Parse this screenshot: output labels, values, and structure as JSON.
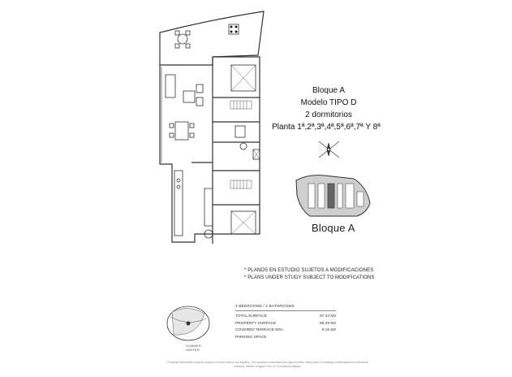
{
  "title": {
    "block": "Bloque A",
    "model": "Modelo TIPO D",
    "bedrooms": "2 dormitorios",
    "floors": "Planta 1ª,2ª,3ª,4ª,5ª,6ª,7ª Y 8ª"
  },
  "key_plan": {
    "label": "Bloque A"
  },
  "notes": [
    "* PLANOS EN ESTUDIO SUJETOS A MODIFICACIONES",
    "* PLANS UNDER STUDY SUBJECT TO MODIFICATIONS"
  ],
  "specs": {
    "header": "2 BEDROOMS / 2 BATHROOMS",
    "rows": [
      {
        "label": "TOTAL SURFACE",
        "value": "97.44 M2"
      },
      {
        "label": "PROPERTY SURFACE",
        "value": "89.29 M2"
      },
      {
        "label": "COVERED TERRACE 50%",
        "value": "8.15 M2"
      },
      {
        "label": "PARKING SPACE",
        "value": ""
      }
    ]
  },
  "sun_diagram": {
    "summer": "SUMMER",
    "winter": "WINTER"
  },
  "disclaimer": "Property information may be subject to errors and is not binding. The surfaces expressed are approximate, being able to undergo modifications for technical reasons. Artistic images Free Of Contractual Nature."
}
